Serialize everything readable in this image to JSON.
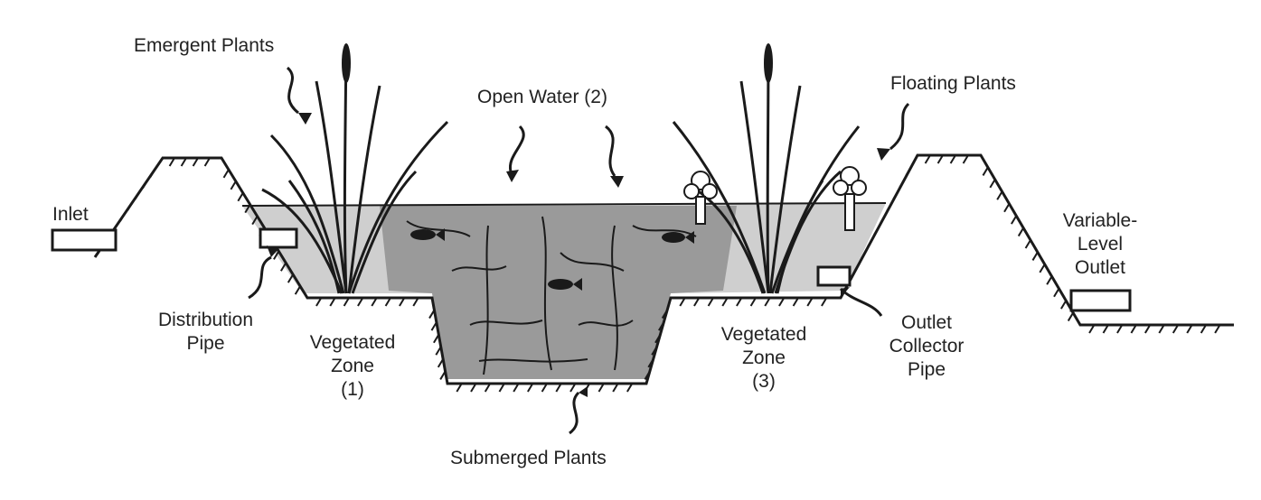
{
  "labels": {
    "emergent_plants": "Emergent Plants",
    "open_water": "Open Water (2)",
    "floating_plants": "Floating Plants",
    "inlet": "Inlet",
    "variable_level_outlet": [
      "Variable-",
      "Level",
      "Outlet"
    ],
    "distribution_pipe": [
      "Distribution",
      "Pipe"
    ],
    "vegetated_zone_1": [
      "Vegetated",
      "Zone",
      "(1)"
    ],
    "vegetated_zone_3": [
      "Vegetated",
      "Zone",
      "(3)"
    ],
    "outlet_collector_pipe": [
      "Outlet",
      "Collector",
      "Pipe"
    ],
    "submerged_plants": "Submerged Plants"
  },
  "colors": {
    "ink": "#1a1a1a",
    "water_shallow": "#cfcfcf",
    "water_deep": "#9a9a9a",
    "pipe_fill": "#ffffff",
    "background": "#ffffff"
  }
}
